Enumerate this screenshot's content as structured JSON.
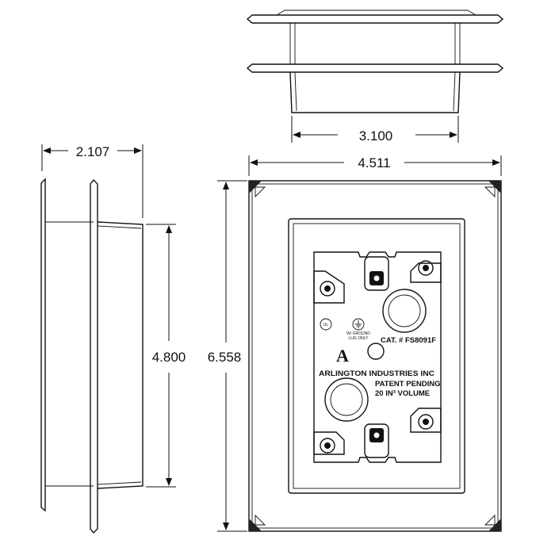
{
  "dimensions": {
    "side_depth": "2.107",
    "top_width": "3.100",
    "front_width": "4.511",
    "side_height": "4.800",
    "front_height": "6.558"
  },
  "box_label": {
    "catalog": "CAT. # FS8091F",
    "manufacturer": "ARLINGTON INDUSTRIES INC",
    "patent": "PATENT PENDING",
    "volume": "20 IN³ VOLUME",
    "ground_note_1": "W/ GROUND",
    "ground_note_2": "LUG ONLY",
    "logo_mark": "A",
    "listing_mark": "UL"
  }
}
